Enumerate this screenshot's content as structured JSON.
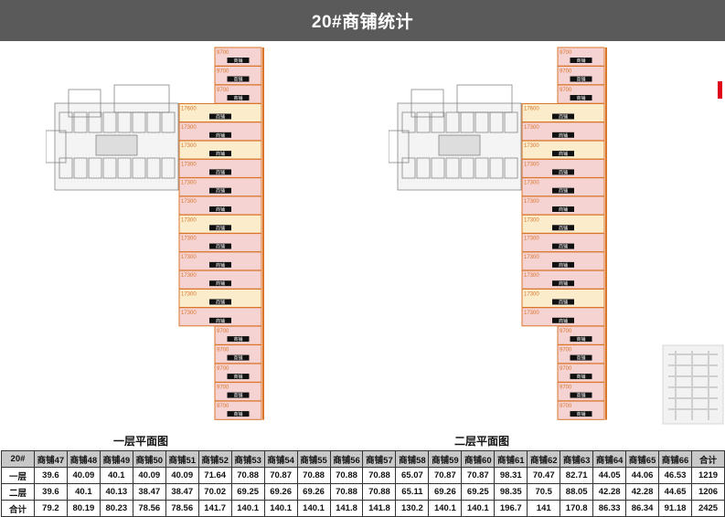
{
  "title": "20#商铺统计",
  "plans": {
    "floor1_label": "一层平面图",
    "floor2_label": "二层平面图"
  },
  "plan_labels": {
    "top_units": [
      "9700",
      "9700",
      "9700",
      "17600",
      "17300",
      "17300",
      "17300",
      "17300",
      "17300",
      "17300",
      "17300",
      "17300",
      "17300",
      "17300",
      "17300",
      "9700",
      "9700",
      "9700",
      "9700",
      "9700"
    ],
    "shop_tag": "商铺"
  },
  "table": {
    "headers": [
      "20#",
      "商铺47",
      "商铺48",
      "商铺49",
      "商铺50",
      "商铺51",
      "商铺52",
      "商铺53",
      "商铺54",
      "商铺55",
      "商铺56",
      "商铺57",
      "商铺58",
      "商铺59",
      "商铺60",
      "商铺61",
      "商铺62",
      "商铺63",
      "商铺64",
      "商铺65",
      "商铺66",
      "合计"
    ],
    "rows": [
      [
        "一层",
        "39.6",
        "40.09",
        "40.1",
        "40.09",
        "40.09",
        "71.64",
        "70.88",
        "70.87",
        "70.88",
        "70.88",
        "70.88",
        "65.07",
        "70.87",
        "70.87",
        "98.31",
        "70.47",
        "82.71",
        "44.05",
        "44.06",
        "46.53",
        "1219"
      ],
      [
        "二层",
        "39.6",
        "40.1",
        "40.13",
        "38.47",
        "38.47",
        "70.02",
        "69.25",
        "69.26",
        "69.26",
        "70.88",
        "70.88",
        "65.11",
        "69.26",
        "69.25",
        "98.35",
        "70.5",
        "88.05",
        "42.28",
        "42.28",
        "44.65",
        "1206"
      ],
      [
        "合计",
        "79.2",
        "80.19",
        "80.23",
        "78.56",
        "78.56",
        "141.7",
        "140.1",
        "140.1",
        "140.1",
        "141.8",
        "141.8",
        "130.2",
        "140.1",
        "140.1",
        "196.7",
        "141",
        "170.8",
        "86.33",
        "86.34",
        "91.18",
        "2425"
      ]
    ]
  },
  "colors": {
    "header_bg": "#5a5a5a",
    "shop_pink": "#f6d3d3",
    "shop_yellow": "#fbeccb",
    "wall_orange": "#d9762b",
    "accent_red": "#e0001a"
  }
}
